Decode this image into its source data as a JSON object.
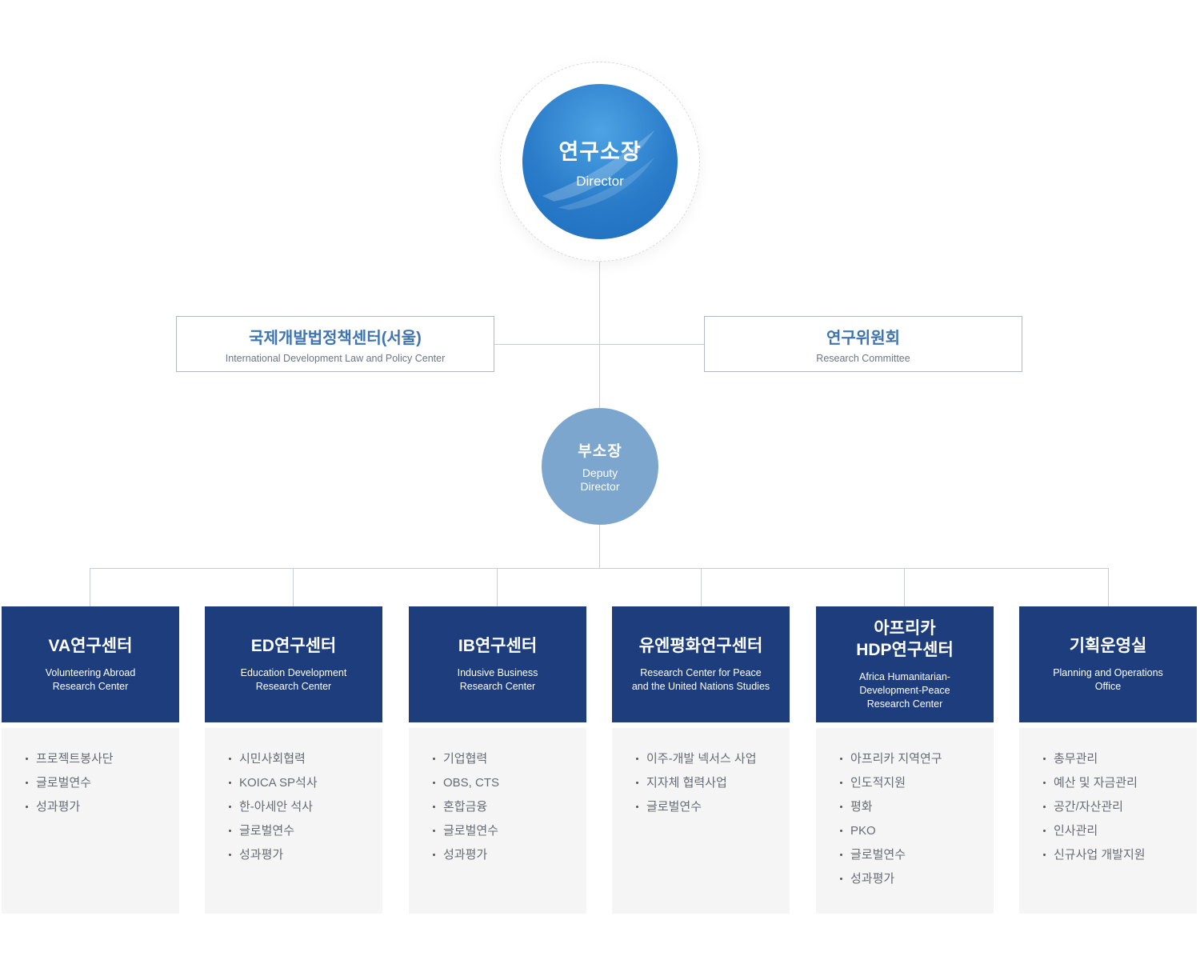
{
  "director": {
    "title": "연구소장",
    "subtitle": "Director"
  },
  "deputy": {
    "title": "부소장",
    "subtitle": "Deputy\nDirector"
  },
  "side_boxes": [
    {
      "title": "국제개발법정책센터(서울)",
      "subtitle": "International Development Law and Policy Center"
    },
    {
      "title": "연구위원회",
      "subtitle": "Research Committee"
    }
  ],
  "departments": [
    {
      "title": "VA연구센터",
      "subtitle": "Volunteering Abroad\nResearch Center",
      "items": [
        "프로젝트봉사단",
        "글로벌연수",
        "성과평가"
      ]
    },
    {
      "title": "ED연구센터",
      "subtitle": "Education Development\nResearch Center",
      "items": [
        "시민사회협력",
        "KOICA SP석사",
        "한-아세안 석사",
        "글로벌연수",
        "성과평가"
      ]
    },
    {
      "title": "IB연구센터",
      "subtitle": "Indusive Business\nResearch Center",
      "items": [
        "기업협력",
        "OBS, CTS",
        "혼합금융",
        "글로벌연수",
        "성과평가"
      ]
    },
    {
      "title": "유엔평화연구센터",
      "subtitle": "Research Center for Peace\nand the United Nations Studies",
      "items": [
        "이주-개발 넥서스 사업",
        "지자체 협력사업",
        "글로벌연수"
      ]
    },
    {
      "title": "아프리카\nHDP연구센터",
      "subtitle": "Africa Humanitarian-\nDevelopment-Peace\nResearch Center",
      "items": [
        "아프리카 지역연구",
        "인도적지원",
        "평화",
        "PKO",
        "글로벌연수",
        "성과평가"
      ]
    },
    {
      "title": "기획운영실",
      "subtitle": "Planning and Operations\nOffice",
      "items": [
        "총무관리",
        "예산 및 자금관리",
        "공간/자산관리",
        "인사관리",
        "신규사업 개발지원"
      ]
    }
  ],
  "colors": {
    "dept_navy": "#1d3d7c",
    "director_blue": "#2a7cc9",
    "deputy_blue": "#7ca6cd",
    "side_title_blue": "#3f74b0",
    "connector_gray": "#c9ced6",
    "panel_gray": "#f5f5f6"
  }
}
